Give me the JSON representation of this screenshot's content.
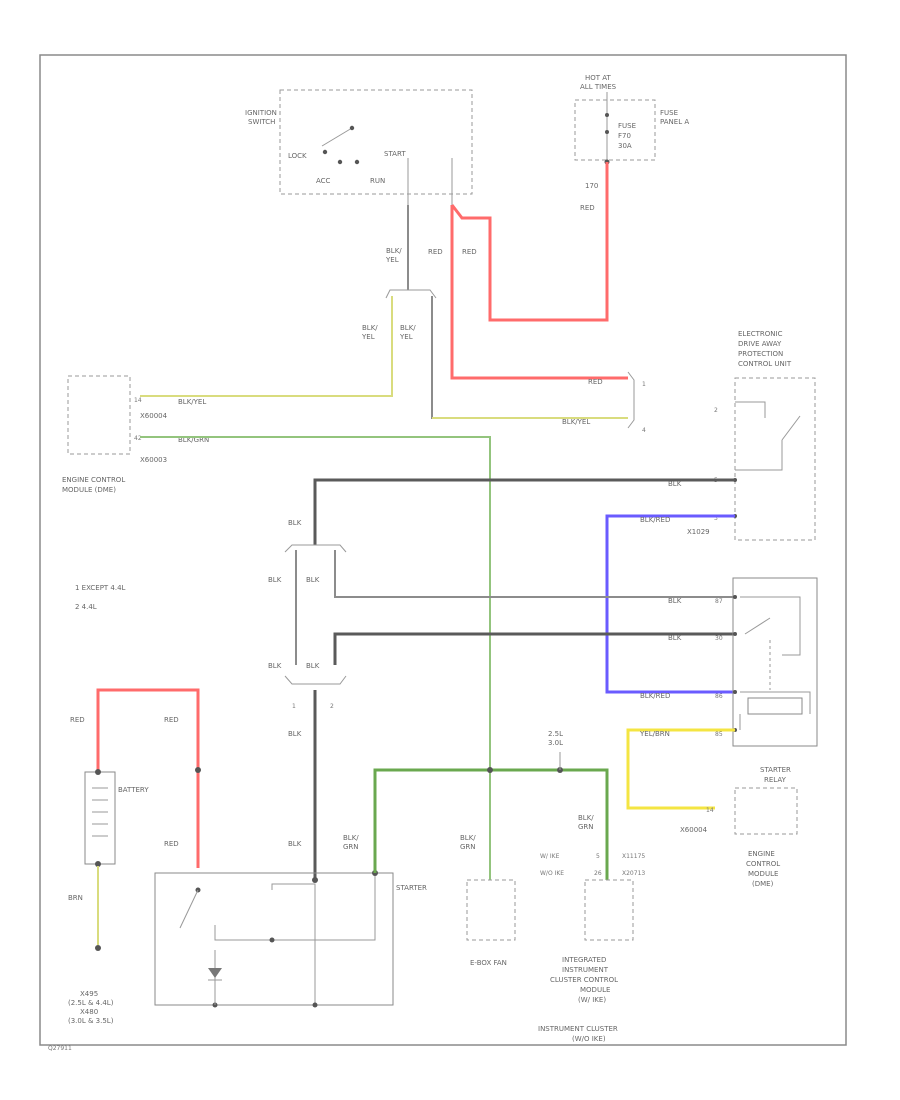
{
  "labels": {
    "ignition_switch": [
      "IGNITION",
      "SWITCH"
    ],
    "lock": "LOCK",
    "acc": "ACC",
    "run": "RUN",
    "start": "START",
    "hot_at_all_times": [
      "HOT AT",
      "ALL TIMES"
    ],
    "fuse": [
      "FUSE",
      "F70",
      "30A"
    ],
    "fuse_panel": [
      "FUSE",
      "PANEL A"
    ],
    "w_170": "170",
    "edap": [
      "ELECTRONIC",
      "DRIVE AWAY",
      "PROTECTION",
      "CONTROL UNIT"
    ],
    "ecm_left": [
      "ENGINE CONTROL",
      "MODULE (DME)"
    ],
    "ecm_left_conns": [
      "X60004",
      "X60003"
    ],
    "ecm_left_pins": [
      "14",
      "42"
    ],
    "wire_blk_yel": "BLK/YEL",
    "wire_blk_grn": "BLK/GRN",
    "legend": [
      "1  EXCEPT 4.4L",
      "2  4.4L"
    ],
    "pins_12": [
      "1",
      "2"
    ],
    "edap_pins": [
      "2",
      "5",
      "3"
    ],
    "x1029": "X1029",
    "wire_blk_red": "BLK/RED",
    "wire_yel_brn": "YEL/BRN",
    "starter_relay": [
      "STARTER",
      "RELAY"
    ],
    "x60004": "X60004",
    "relay_pins": [
      "87",
      "30",
      "86",
      "85"
    ],
    "ecm_right": [
      "ENGINE",
      "CONTROL",
      "MODULE",
      "(DME)"
    ],
    "battery": "BATTERY",
    "starter": "STARTER",
    "ebox_fan": "E-BOX FAN",
    "ground_note": [
      "X495",
      "(2.5L & 4.4L)",
      "X480",
      "(3.0L & 3.5L)"
    ],
    "ic_module": [
      "INTEGRATED",
      "INSTRUMENT",
      "CLUSTER CONTROL",
      "MODULE",
      "(W/ IKE)",
      "INSTRUMENT CLUSTER",
      "(W/O IKE)"
    ],
    "ic_conns": [
      "W/ IKE",
      "W/O IKE",
      "X11175",
      "X20713"
    ],
    "ic_pins": [
      "5",
      "26"
    ],
    "splice_note": [
      "2.5L",
      "3.0L"
    ],
    "footer_id": "Q27911",
    "relay_pin_top": "2",
    "conn_1": "1",
    "conn_4": "4",
    "wire": {
      "red": "RED",
      "blk": "BLK",
      "brn": "BRN",
      "blk_yel_stack": [
        "BLK/",
        "YEL"
      ],
      "blk_grn_stack": [
        "BLK/",
        "GRN"
      ],
      "blk_stack": [
        "BLK",
        "BLK"
      ]
    }
  },
  "colors": {
    "red_wire": "#ff6b6b",
    "blue_wire": "#6a5bff",
    "yellow_wire": "#f4e542",
    "green_wire": "#6aa84f"
  }
}
